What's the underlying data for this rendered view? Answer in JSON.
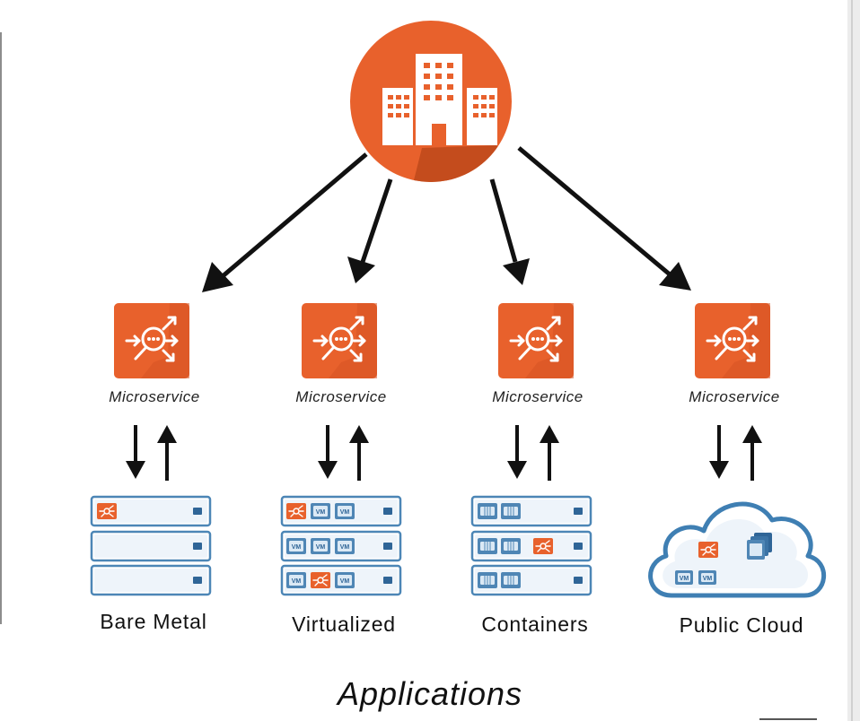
{
  "microservice_labels": [
    "Microservice",
    "Microservice",
    "Microservice",
    "Microservice"
  ],
  "platforms": [
    "Bare Metal",
    "Virtualized",
    "Containers",
    "Public Cloud"
  ],
  "vm_label": "VM",
  "footer_title": "Applications",
  "colors": {
    "orange": "#e8612c",
    "orange_dark": "#c04a1c",
    "server_border": "#4c86b6",
    "server_fill": "#eef4fa",
    "vm_fill": "#4f86b5",
    "arrow": "#111111"
  },
  "icons": [
    "enterprise-buildings-icon",
    "microservice-search-icon",
    "server-rack-icon",
    "vm-icon",
    "container-icon",
    "cloud-icon",
    "arrow-up-icon",
    "arrow-down-icon"
  ]
}
